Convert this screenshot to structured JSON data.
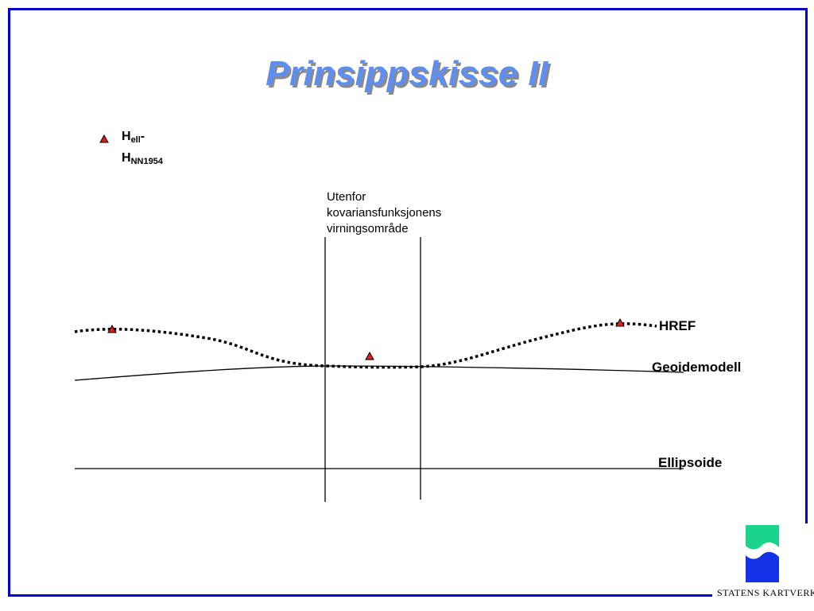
{
  "slide": {
    "title": "Prinsippskisse II",
    "frame_color": "#0000c8",
    "title_color": "#5e8ff0"
  },
  "legend": {
    "marker": "red-triangle-icon",
    "marker_color": "#e0201a",
    "line1_main": "H",
    "line1_sub": "ell",
    "line1_suffix": "-",
    "line2_main": "H",
    "line2_sub": "NN1954"
  },
  "annotation": {
    "line1": "Utenfor",
    "line2": "kovariansfunksjonens",
    "line3": "virningsområde"
  },
  "curves": {
    "href": "HREF",
    "geoidemodell": "Geoidemodell",
    "ellipsoide": "Ellipsoide"
  },
  "logo": {
    "icon": "statens-kartverk-logo-icon",
    "company_name": "STATENS KARTVERK",
    "colors": {
      "green": "#19d48a",
      "blue": "#1433e6"
    }
  }
}
